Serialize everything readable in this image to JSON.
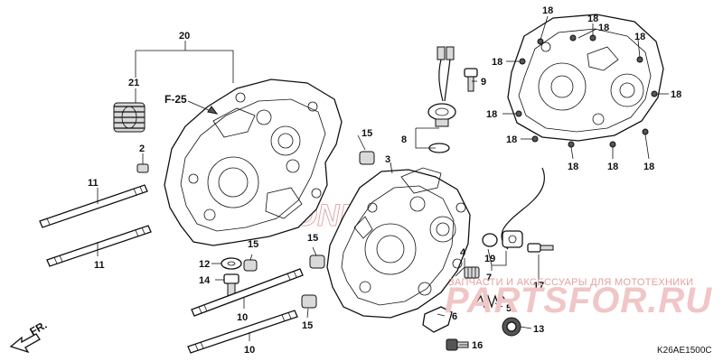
{
  "diagram": {
    "callouts": {
      "c20": "20",
      "c21": "21",
      "c2": "2",
      "c11a": "11",
      "c11b": "11",
      "c12": "12",
      "c15a": "15",
      "c15b": "15",
      "c15c": "15",
      "c15d": "15",
      "c14": "14",
      "c10a": "10",
      "c10b": "10",
      "c3": "3",
      "c8": "8",
      "c9": "9",
      "c4": "4",
      "c5": "5",
      "c6": "6",
      "c7": "7",
      "c13": "13",
      "c16": "16",
      "c17": "17",
      "c19": "19"
    },
    "cover_bolt_label": "18",
    "references": {
      "f25": "F-25",
      "front": "FR."
    },
    "diagram_code": "K26AE1500C",
    "watermark": {
      "tagline": "ЗАПЧАСТИ И АКСЕССУАРЫ ДЛЯ МОТОТЕХНИКИ",
      "brand": "PARTSFOR.RU",
      "ghost_brand": "HONDA"
    }
  }
}
